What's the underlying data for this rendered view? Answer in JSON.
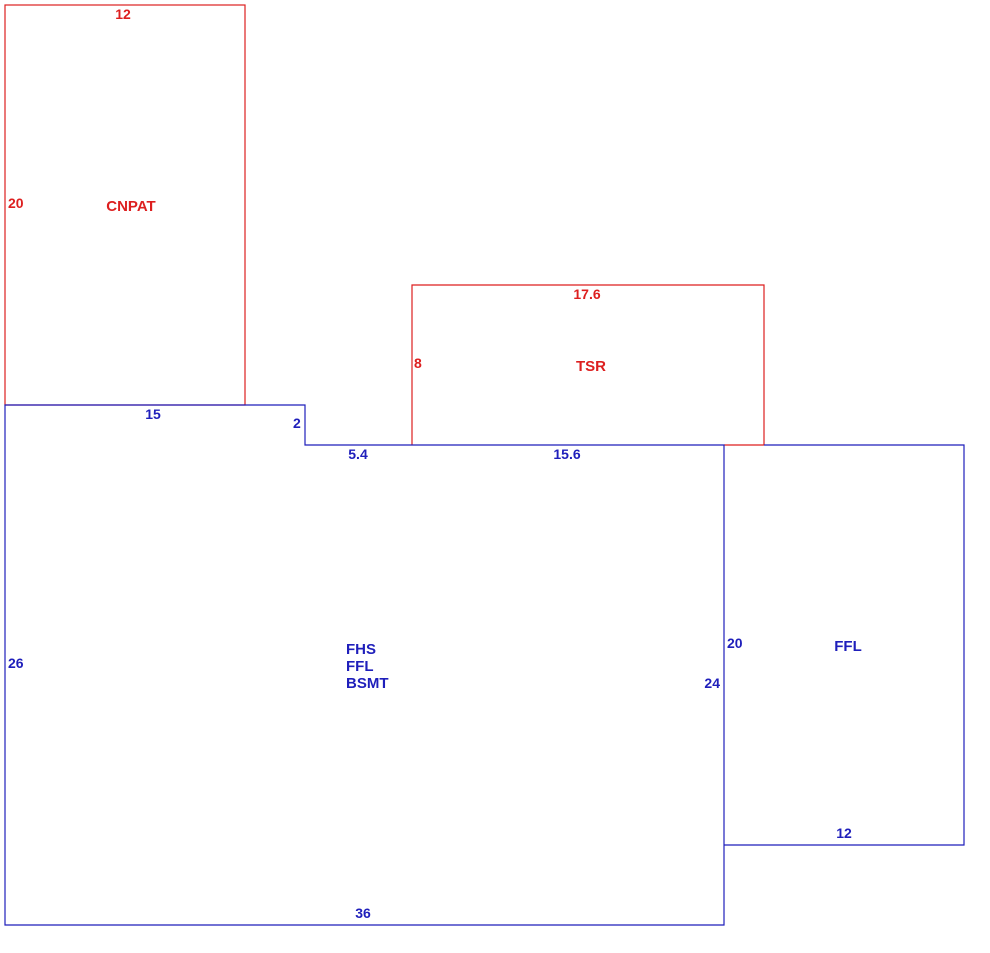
{
  "colors": {
    "porch": "#dd1f1f",
    "house": "#1f1fbb",
    "background": "#ffffff"
  },
  "cnpat": {
    "label": "CNPAT",
    "dim_top": "12",
    "dim_left": "20"
  },
  "tsr": {
    "label": "TSR",
    "dim_top": "17.6",
    "dim_left": "8"
  },
  "main": {
    "labels": [
      "FHS",
      "FFL",
      "BSMT"
    ],
    "dim_top_left": "15",
    "dim_step": "2",
    "dim_mid": "5.4",
    "dim_right_top": "15.6",
    "dim_left": "26",
    "dim_right": "24",
    "dim_bottom": "36"
  },
  "ffl": {
    "label": "FFL",
    "dim_left": "20",
    "dim_bottom": "12"
  }
}
